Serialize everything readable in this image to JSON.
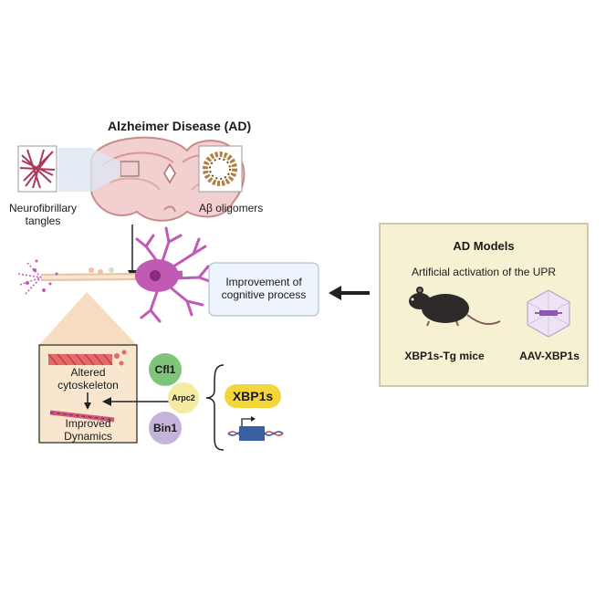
{
  "title": "Alzheimer Disease (AD)",
  "left_image_label_line1": "Neurofibrillary",
  "left_image_label_line2": "tangles",
  "right_image_label": "Aβ oligomers",
  "improvement_line1": "Improvement of",
  "improvement_line2": "cognitive process",
  "models": {
    "title": "AD Models",
    "subtitle": "Artificial activation of the UPR",
    "mouse_label": "XBP1s-Tg mice",
    "aav_label": "AAV-XBP1s"
  },
  "cyto": {
    "altered_line1": "Altered",
    "altered_line2": "cytoskeleton",
    "improved_line1": "Improved",
    "improved_line2": "Dynamics"
  },
  "bubbles": {
    "cfl1": "Cfl1",
    "arpc2": "Arpc2",
    "bin1": "Bin1",
    "xbp1s": "XBP1s"
  },
  "colors": {
    "models_bg": "#f7f1d4",
    "models_border": "#b5ab85",
    "improvement_bg": "#eef4fb",
    "improvement_border": "#9db5cf",
    "cyto_bg": "#f8e6cf",
    "cfl1": "#7ec47a",
    "arpc2": "#f5eba0",
    "bin1": "#c4b4da",
    "xbp1s": "#f5d63a",
    "neuron": "#c05ab5",
    "mouse": "#2e2a2a"
  }
}
